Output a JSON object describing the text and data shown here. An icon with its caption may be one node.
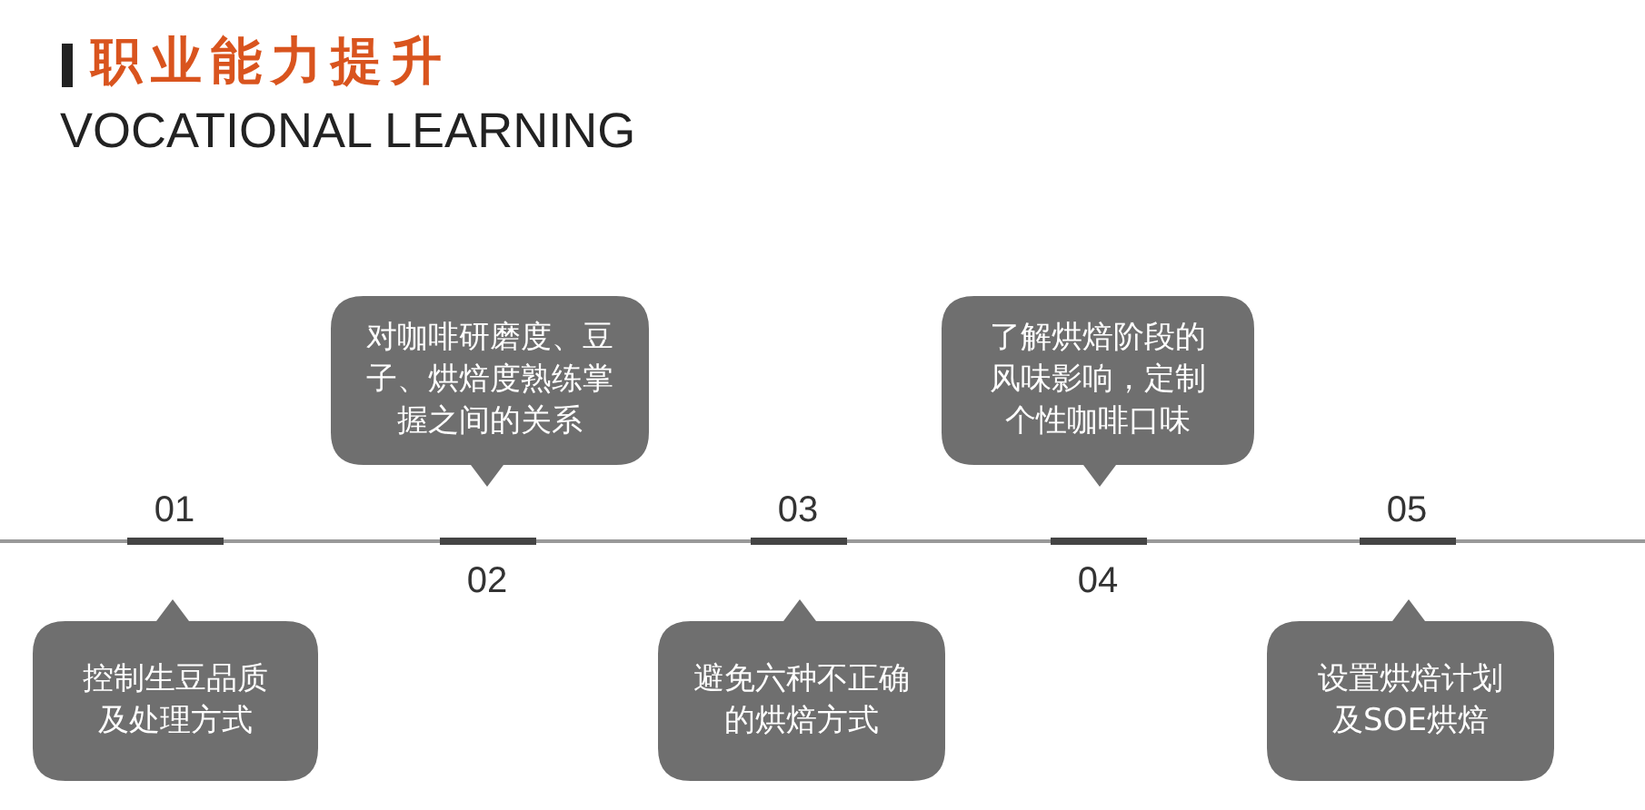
{
  "diagram": {
    "title": "职业能力提升",
    "nodes": [
      {
        "text": [
          "控制生豆品质及处理方式"
        ]
      },
      {
        "text": [
          "对咖啡研磨度、豆子、烘焙度熟练掌握之间的关系"
        ]
      },
      {
        "text": [
          "避免六种不正确的烘焙方式"
        ]
      },
      {
        "text": [
          "了解烘焙阶段的风味影响，定制个性咖啡口味"
        ]
      },
      {
        "text": [
          "设置烘焙计划及SOE烘焙"
        ]
      }
    ],
    "edges": [],
    "labels": [
      "VOCATIONAL LEARNING",
      "01",
      "02",
      "03",
      "04",
      "05"
    ]
  }
}
